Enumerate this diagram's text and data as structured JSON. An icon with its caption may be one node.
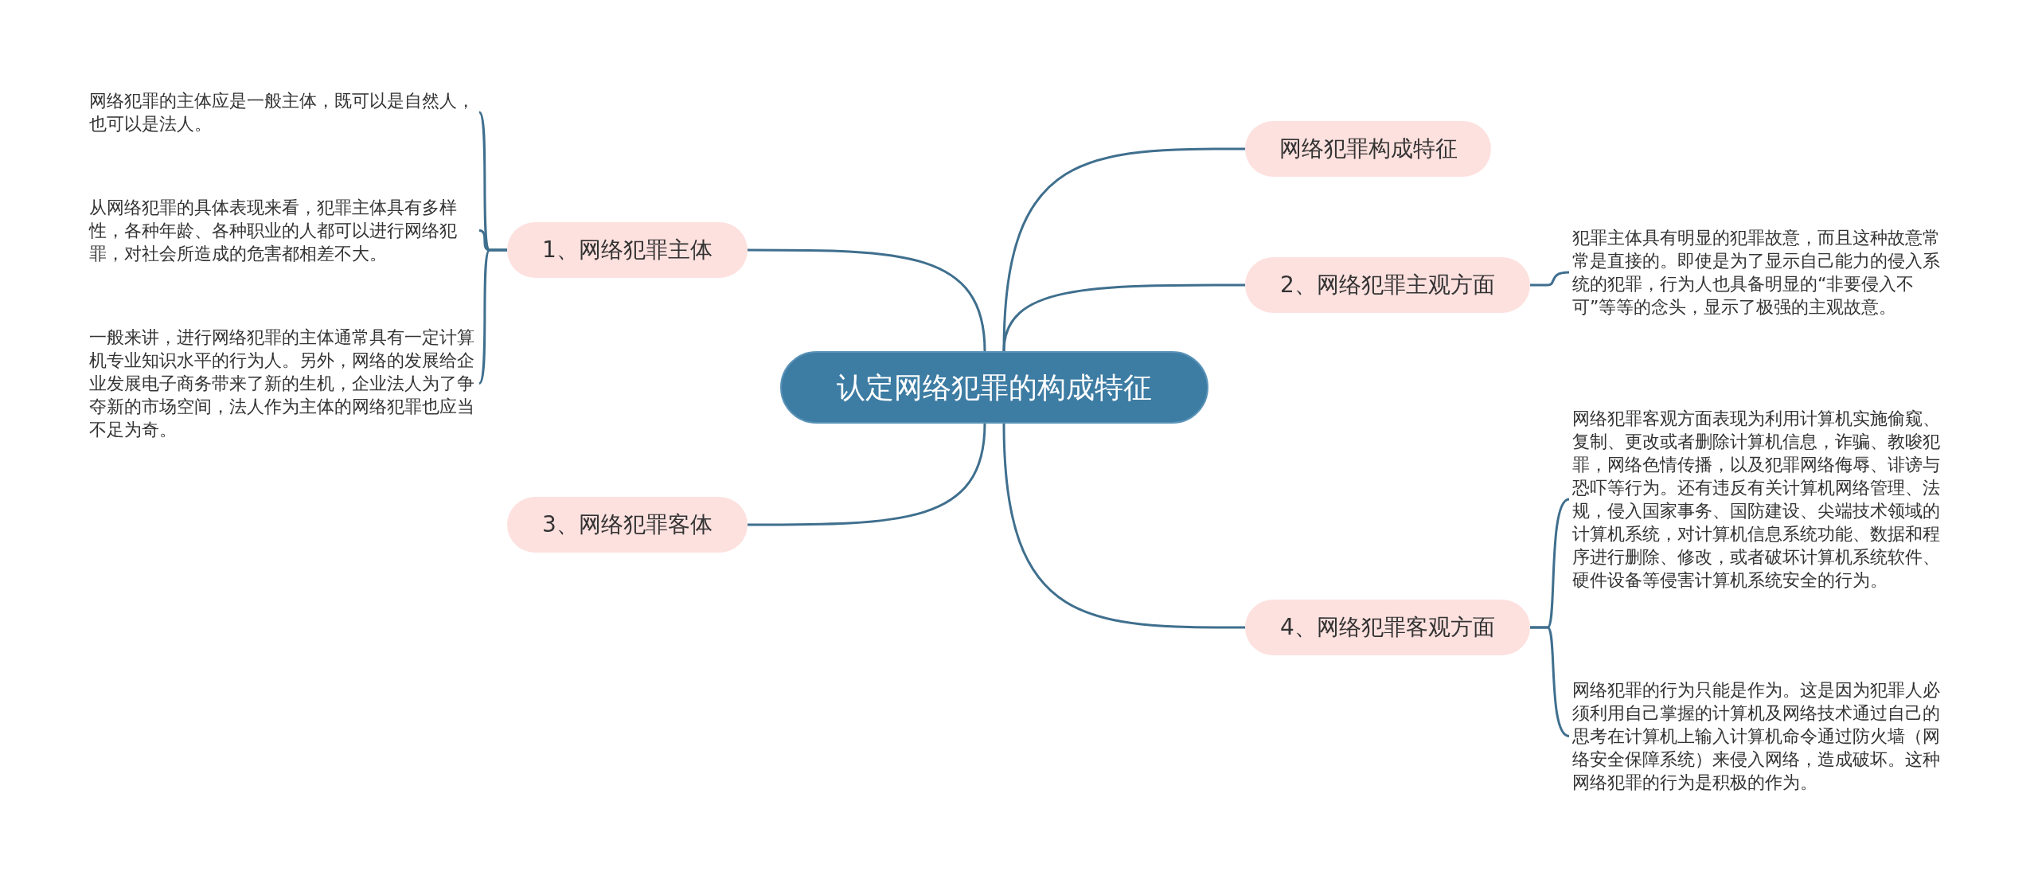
{
  "diagram": {
    "nodes": [
      {
        "text": [
          "认定网络犯罪的构成特征"
        ]
      },
      {
        "text": [
          "1、网络犯罪主体"
        ]
      },
      {
        "text": [
          "网络犯罪的主体应是一般主体，既可以是自然人，也可以是法人。"
        ]
      },
      {
        "text": [
          "从网络犯罪的具体表现来看，犯罪主体具有多样性，各种年龄、各种职业的人都可以进行网络犯罪，对社会所造成的危害都相差不大。"
        ]
      },
      {
        "text": [
          "一般来讲，进行网络犯罪的主体通常具有一定计算机专业知识水平的行为人。另外，网络的发展给企业发展电子商务带来了新的生机，企业法人为了争夺新的市场空间，法人作为主体的网络犯罪也应当不足为奇。"
        ]
      },
      {
        "text": [
          "3、网络犯罪客体"
        ]
      },
      {
        "text": [
          "网络犯罪构成特征"
        ]
      },
      {
        "text": [
          "2、网络犯罪主观方面"
        ]
      },
      {
        "text": [
          "犯罪主体具有明显的犯罪故意，而且这种故意常常是直接的。即使是为了显示自己能力的侵入系统的犯罪，行为人也具备明显的“非要侵入不可”等等的念头，显示了极强的主观故意。"
        ]
      },
      {
        "text": [
          "4、网络犯罪客观方面"
        ]
      },
      {
        "text": [
          "网络犯罪客观方面表现为利用计算机实施偷窥、复制、更改或者删除计算机信息，诈骗、教唆犯罪，网络色情传播，以及犯罪网络侮辱、诽谤与恐吓等行为。还有违反有关计算机网络管理、法规，侵入国家事务、国防建设、尖端技术领域的计算机系统，对计算机信息系统功能、数据和程序进行删除、修改，或者破坏计算机系统软件、硬件设备等侵害计算机系统安全的行为。"
        ]
      },
      {
        "text": [
          "网络犯罪的行为只能是作为。这是因为犯罪人必须利用自己掌握的计算机及网络技术通过自己的思考在计算机上输入计算机命令通过防火墙（网络安全保障系统）来侵入网络，造成破坏。这种网络犯罪的行为是积极的作为。"
        ]
      }
    ],
    "edges": [
      {
        "from": 0,
        "to": 1,
        "arrow": "none"
      },
      {
        "from": 0,
        "to": 5,
        "arrow": "none"
      },
      {
        "from": 0,
        "to": 6,
        "arrow": "none"
      },
      {
        "from": 0,
        "to": 7,
        "arrow": "none"
      },
      {
        "from": 0,
        "to": 9,
        "arrow": "none"
      },
      {
        "from": 1,
        "to": 2,
        "arrow": "none"
      },
      {
        "from": 1,
        "to": 3,
        "arrow": "none"
      },
      {
        "from": 1,
        "to": 4,
        "arrow": "none"
      },
      {
        "from": 7,
        "to": 8,
        "arrow": "none"
      },
      {
        "from": 9,
        "to": 10,
        "arrow": "none"
      },
      {
        "from": 9,
        "to": 11,
        "arrow": "none"
      }
    ]
  }
}
